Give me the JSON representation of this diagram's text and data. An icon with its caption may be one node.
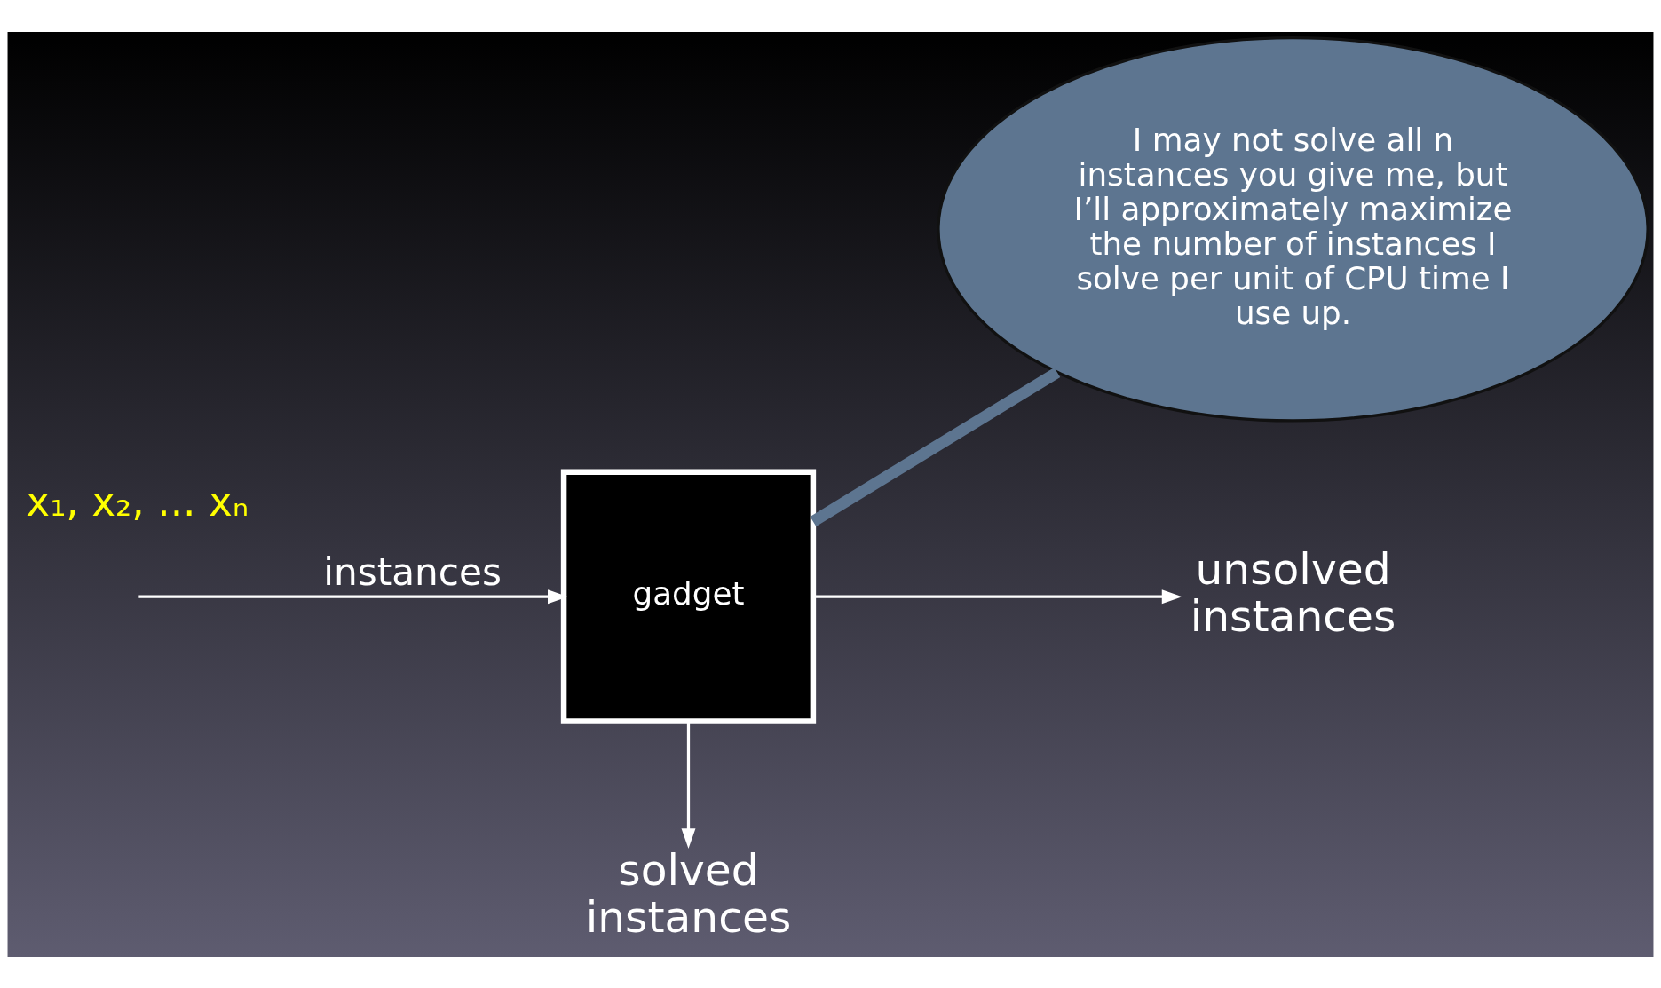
{
  "diagram": {
    "nodes": [
      {
        "text": [
          "gadget"
        ]
      },
      {
        "text": [
          "unsolved instances"
        ]
      },
      {
        "text": [
          "solved instances"
        ]
      },
      {
        "text": [
          "I may not solve all n instances you give me, but I’ll approximately maximize the number of instances I solve per unit of CPU time I use up."
        ]
      }
    ],
    "edges": [
      {
        "from": null,
        "to": 0,
        "arrow": "to",
        "label": "instances"
      },
      {
        "from": 0,
        "to": 1,
        "arrow": "to"
      },
      {
        "from": 0,
        "to": 2,
        "arrow": "to"
      },
      {
        "from": 3,
        "to": 0,
        "arrow": "none",
        "style": "thick",
        "color": "#5d7590"
      }
    ],
    "labels": [
      "x₁, x₂, ... xₙ"
    ]
  }
}
